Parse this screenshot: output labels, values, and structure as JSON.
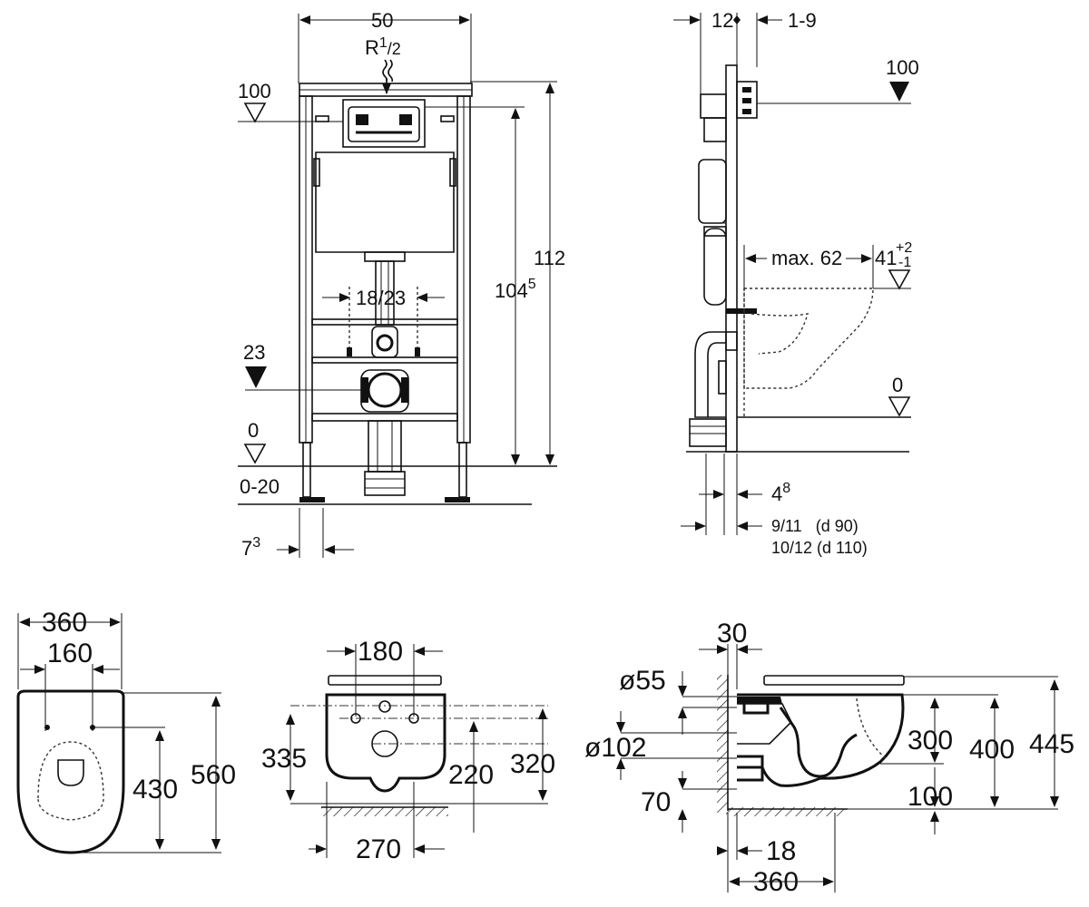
{
  "frame": {
    "width": "50",
    "pipe": "R",
    "pipe_sup": "1",
    "pipe_den": "/2",
    "top_level": "100",
    "height_total": "112",
    "height_104": "104",
    "height_104_sup": "5",
    "flush_spacing": "18/23",
    "drain_level": "23",
    "floor_level": "0",
    "floor_range": "0-20",
    "foot": "7",
    "foot_sup": "3"
  },
  "side": {
    "depth": "12",
    "adjust": "1-9",
    "top_level": "100",
    "max_reach": "max. 62",
    "bowl_level": "41",
    "bowl_tol_plus": "+2",
    "bowl_tol_minus": "-1",
    "floor_level": "0",
    "offset_48": "4",
    "offset_48_sup": "8",
    "offset_d90": "9/11   (d 90)",
    "offset_d110": "10/12 (d 110)"
  },
  "top_view": {
    "width": "360",
    "bolt_spacing": "160",
    "bolt_depth": "430",
    "length": "560"
  },
  "rear_view": {
    "bolt_spacing": "180",
    "bowl_height": "335",
    "bolt_height": "220",
    "inlet_height": "320",
    "base_width": "270"
  },
  "section": {
    "inlet_offset": "30",
    "inlet_dia": "ø55",
    "outlet_dia": "ø102",
    "outlet_height": "70",
    "h300": "300",
    "h400": "400",
    "h445": "445",
    "h100": "100",
    "d18": "18",
    "d360": "360"
  }
}
